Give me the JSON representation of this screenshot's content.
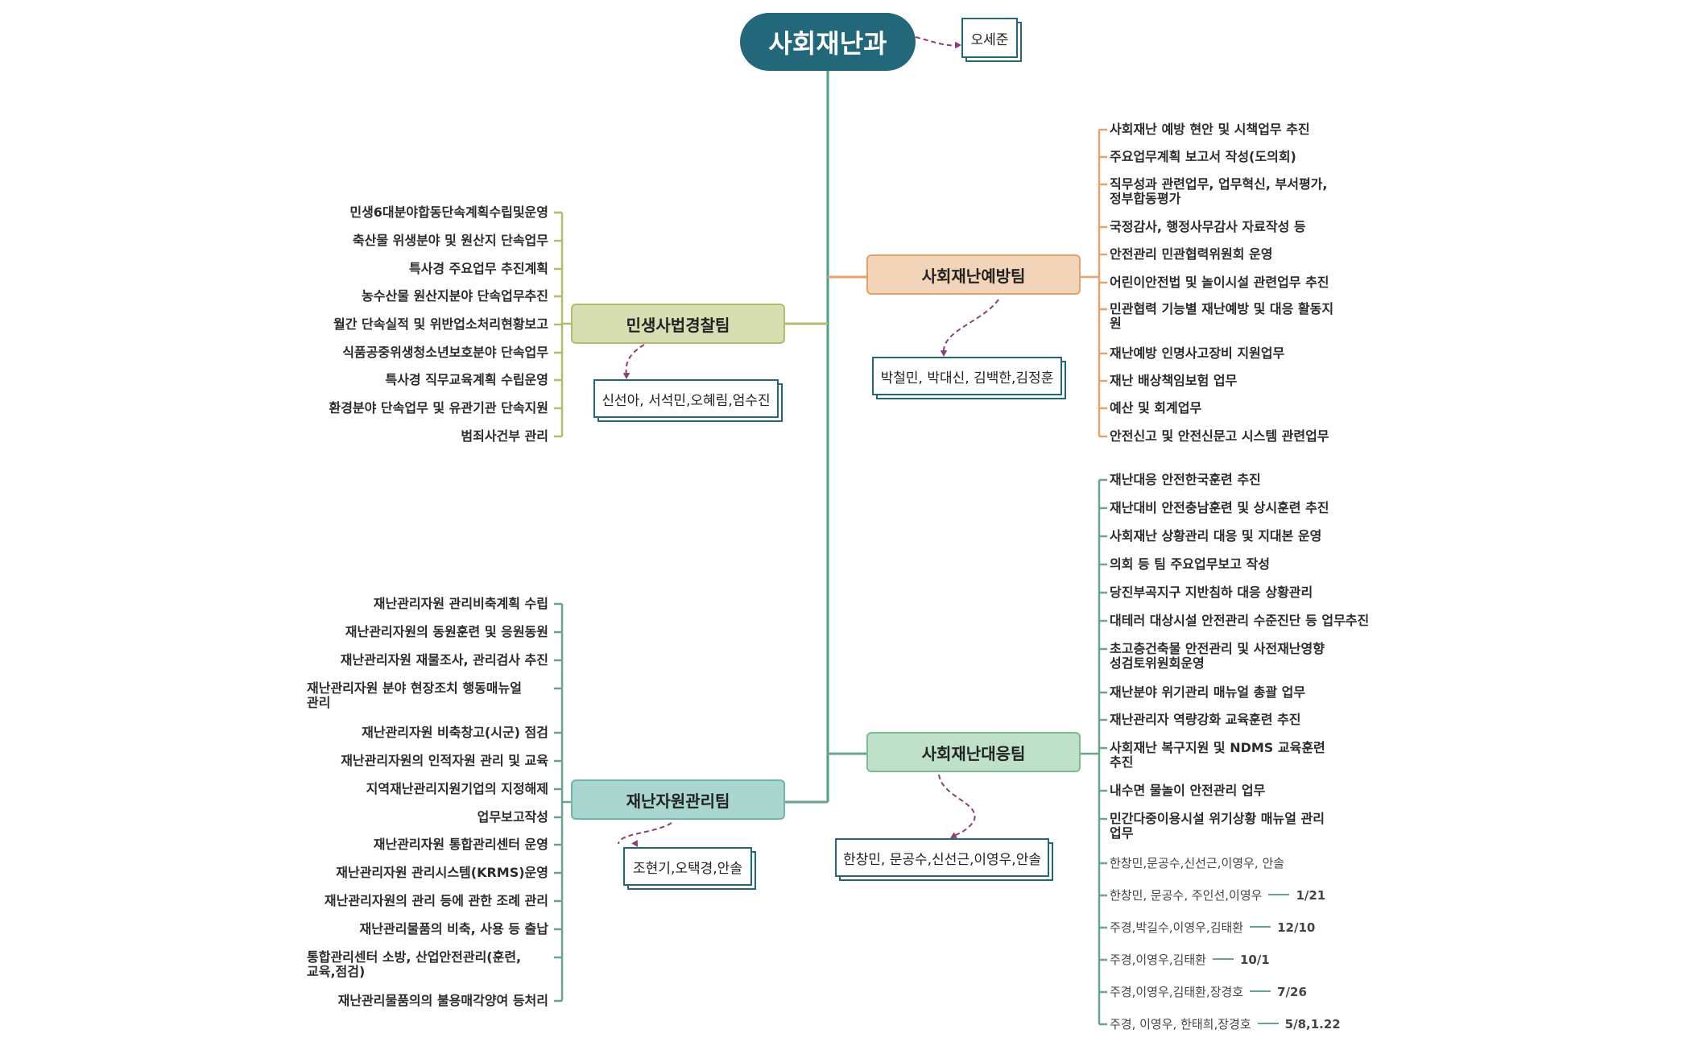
{
  "root": {
    "label": "사회재난과",
    "head": "오세준"
  },
  "teams": {
    "prevention": {
      "label": "사회재난예방팀",
      "members": "박철민, 박대신, 김백한,김정훈",
      "items": [
        "사회재난 예방 현안 및 시책업무 추진",
        "주요업무계획 보고서 작성(도의회)",
        "직무성과 관련업무, 업무혁신, 부서평가,\n정부합동평가",
        "국정감사, 행정사무감사 자료작성 등",
        "안전관리 민관협력위원회 운영",
        "어린이안전법 및 놀이시설 관련업무 추진",
        "민관협력 기능별 재난예방 및 대응 활동지\n원",
        "재난예방 인명사고장비 지원업무",
        "재난 배상책임보험 업무",
        "예산 및 회계업무",
        "안전신고 및 안전신문고 시스템 관련업무"
      ]
    },
    "police": {
      "label": "민생사법경찰팀",
      "members": "신선아, 서석민,오혜림,엄수진",
      "items": [
        "민생6대분야합동단속계획수립및운영",
        "축산물 위생분야 및 원산지 단속업무",
        "특사경 주요업무 추진계획",
        "농수산물 원산지분야 단속업무추진",
        "월간 단속실적 및 위반업소처리현황보고",
        "식품공중위생청소년보호분야 단속업무",
        "특사경 직무교육계획 수립운영",
        "환경분야 단속업무 및 유관기관 단속지원",
        "범죄사건부 관리"
      ]
    },
    "response": {
      "label": "사회재난대응팀",
      "members": "한창민, 문공수,신선근,이영우,안솔",
      "items": [
        "재난대응 안전한국훈련 추진",
        "재난대비 안전충남훈련 및 상시훈련 추진",
        "사회재난 상황관리 대응 및 지대본 운영",
        "의회 등 팀 주요업무보고 작성",
        "당진부곡지구 지반침하 대응 상황관리",
        "대테러 대상시설 안전관리 수준진단 등 업무추진",
        "초고층건축물 안전관리 및 사전재난영향\n성검토위원회운영",
        "재난분야 위기관리 매뉴얼 총괄 업무",
        "재난관리자 역량강화 교육훈련 추진",
        "사회재난 복구지원 및 NDMS 교육훈련\n추진",
        "내수면 물놀이 안전관리 업무",
        "민간다중이용시설 위기상황 매뉴얼 관리\n업무"
      ],
      "history": [
        {
          "names": "한창민,문공수,신선근,이영우, 안솔",
          "date": ""
        },
        {
          "names": "한창민, 문공수, 주인선,이영우",
          "date": "1/21"
        },
        {
          "names": "주경,박길수,이영우,김태환",
          "date": "12/10"
        },
        {
          "names": "주경,이영우,김태환",
          "date": "10/1"
        },
        {
          "names": "주경,이영우,김태환,장경호",
          "date": "7/26"
        },
        {
          "names": "주경, 이영우, 한태희,장경호",
          "date": "5/8,1.22"
        }
      ]
    },
    "resource": {
      "label": "재난자원관리팀",
      "members": "조현기,오택경,안솔",
      "items": [
        "재난관리자원 관리비축계획 수립",
        "재난관리자원의 동원훈련 및 응원동원",
        "재난관리자원 재물조사, 관리검사 추진",
        "재난관리자원 분야 현장조치 행동매뉴얼\n관리",
        "재난관리자원 비축창고(시군) 점검",
        "재난관리자원의 인적자원 관리 및 교육",
        "지역재난관리지원기업의 지정해제",
        "업무보고작성",
        "재난관리자원 통합관리센터 운영",
        "재난관리자원 관리시스템(KRMS)운영",
        "재난관리자원의 관리 등에 관한 조례 관리",
        "재난관리물품의 비축, 사용 등 출납",
        "통합관리센터 소방, 산업안전관리(훈련,\n교육,점검)",
        "재난관리물품의의 불용매각양여 등처리"
      ]
    }
  },
  "colors": {
    "root": "#23687a",
    "trunk": "#4e9c8a",
    "prevention_line": "#e3a26e",
    "police_line": "#b1bd6e",
    "response_line": "#6aa58a",
    "resource_line": "#6aa58a",
    "dashed": "#8a3f78"
  }
}
